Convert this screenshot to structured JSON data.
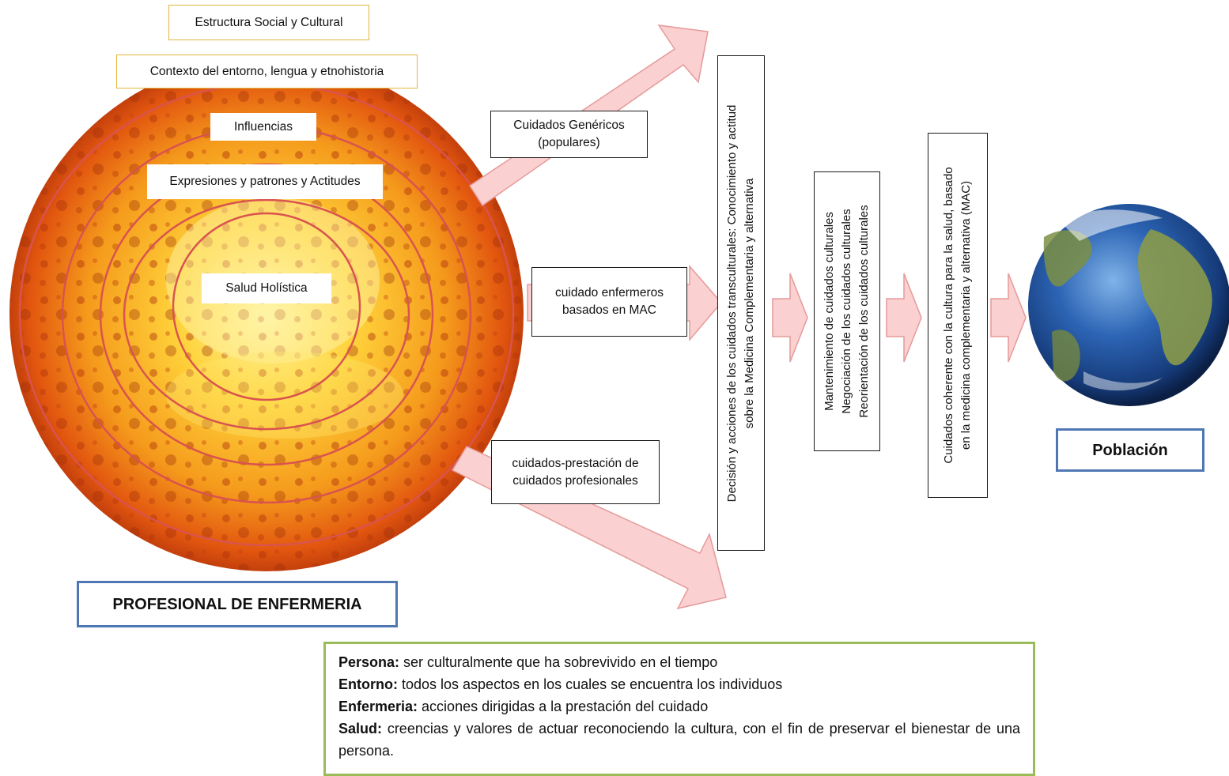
{
  "layers": {
    "estructura": "Estructura Social y Cultural",
    "contexto": "Contexto del entorno, lengua y etnohistoria",
    "influencias": "Influencias",
    "expresiones": "Expresiones y patrones y Actitudes",
    "salud_holistica": "Salud Holística"
  },
  "branches": {
    "genericos": [
      "Cuidados Genéricos",
      "(populares)"
    ],
    "enfermeros": [
      "cuidado enfermeros",
      "basados en MAC"
    ],
    "profesionales": [
      "cuidados-prestación de",
      "cuidados profesionales"
    ]
  },
  "process": {
    "decision": [
      "Decisión y acciones de los cuidados  transculturales: Conocimiento y actitud",
      "sobre la Medicina Complementaria y alternativa"
    ],
    "modos": [
      "Mantenimiento de cuidados culturales",
      "Negociación de los cuidados culturales",
      "Reorientación de los cuidados culturales"
    ],
    "coherente": [
      "Cuidados coherente con la cultura para la salud, basado",
      "en la medicina complementaria y alternativa (MAC)"
    ]
  },
  "labels": {
    "profesional": "PROFESIONAL DE ENFERMERIA",
    "poblacion": "Población"
  },
  "legend": {
    "persona": {
      "term": "Persona:",
      "text": " ser culturalmente que ha sobrevivido en el tiempo"
    },
    "entorno": {
      "term": "Entorno:",
      "text": " todos los aspectos en los cuales se encuentra los individuos"
    },
    "enfermeria": {
      "term": "Enfermeria:",
      "text": " acciones dirigidas a la prestación del cuidado"
    },
    "salud": {
      "term": "Salud:",
      "text": " creencias y valores de actuar reconociendo la cultura, con el fin de preservar el bienestar de una persona."
    }
  },
  "colors": {
    "arrow_fill": "#fbd0d0",
    "arrow_stroke": "#e59a9a",
    "sun_core": "#ffe066",
    "sun_edge": "#e55a10",
    "ring": "#d9534f",
    "legend_border": "#9bbb59",
    "label_border": "#4f77b3",
    "earth_ocean": "#1f4f9a",
    "earth_land": "#8a9a4a"
  }
}
